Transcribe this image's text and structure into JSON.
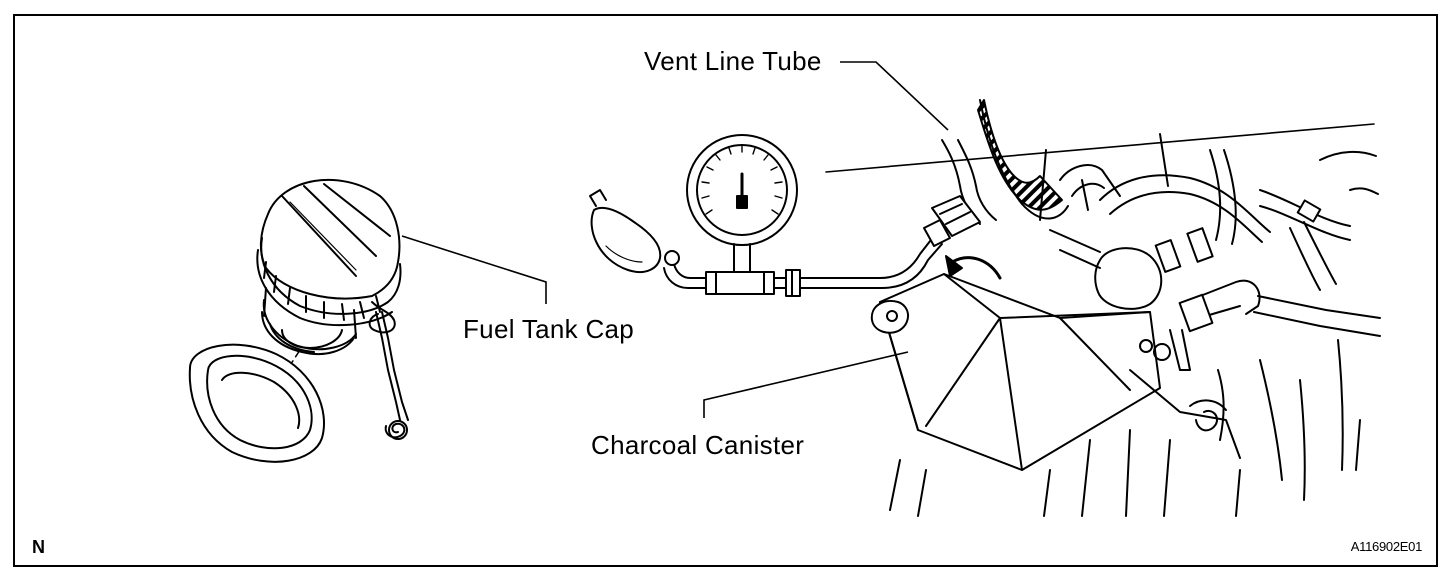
{
  "labels": {
    "vent_line_tube": "Vent Line Tube",
    "fuel_tank_cap": "Fuel Tank Cap",
    "charcoal_canister": "Charcoal Canister"
  },
  "corner_mark": "N",
  "figure_id": "A116902E01",
  "colors": {
    "ink": "#000000",
    "paper": "#ffffff"
  }
}
